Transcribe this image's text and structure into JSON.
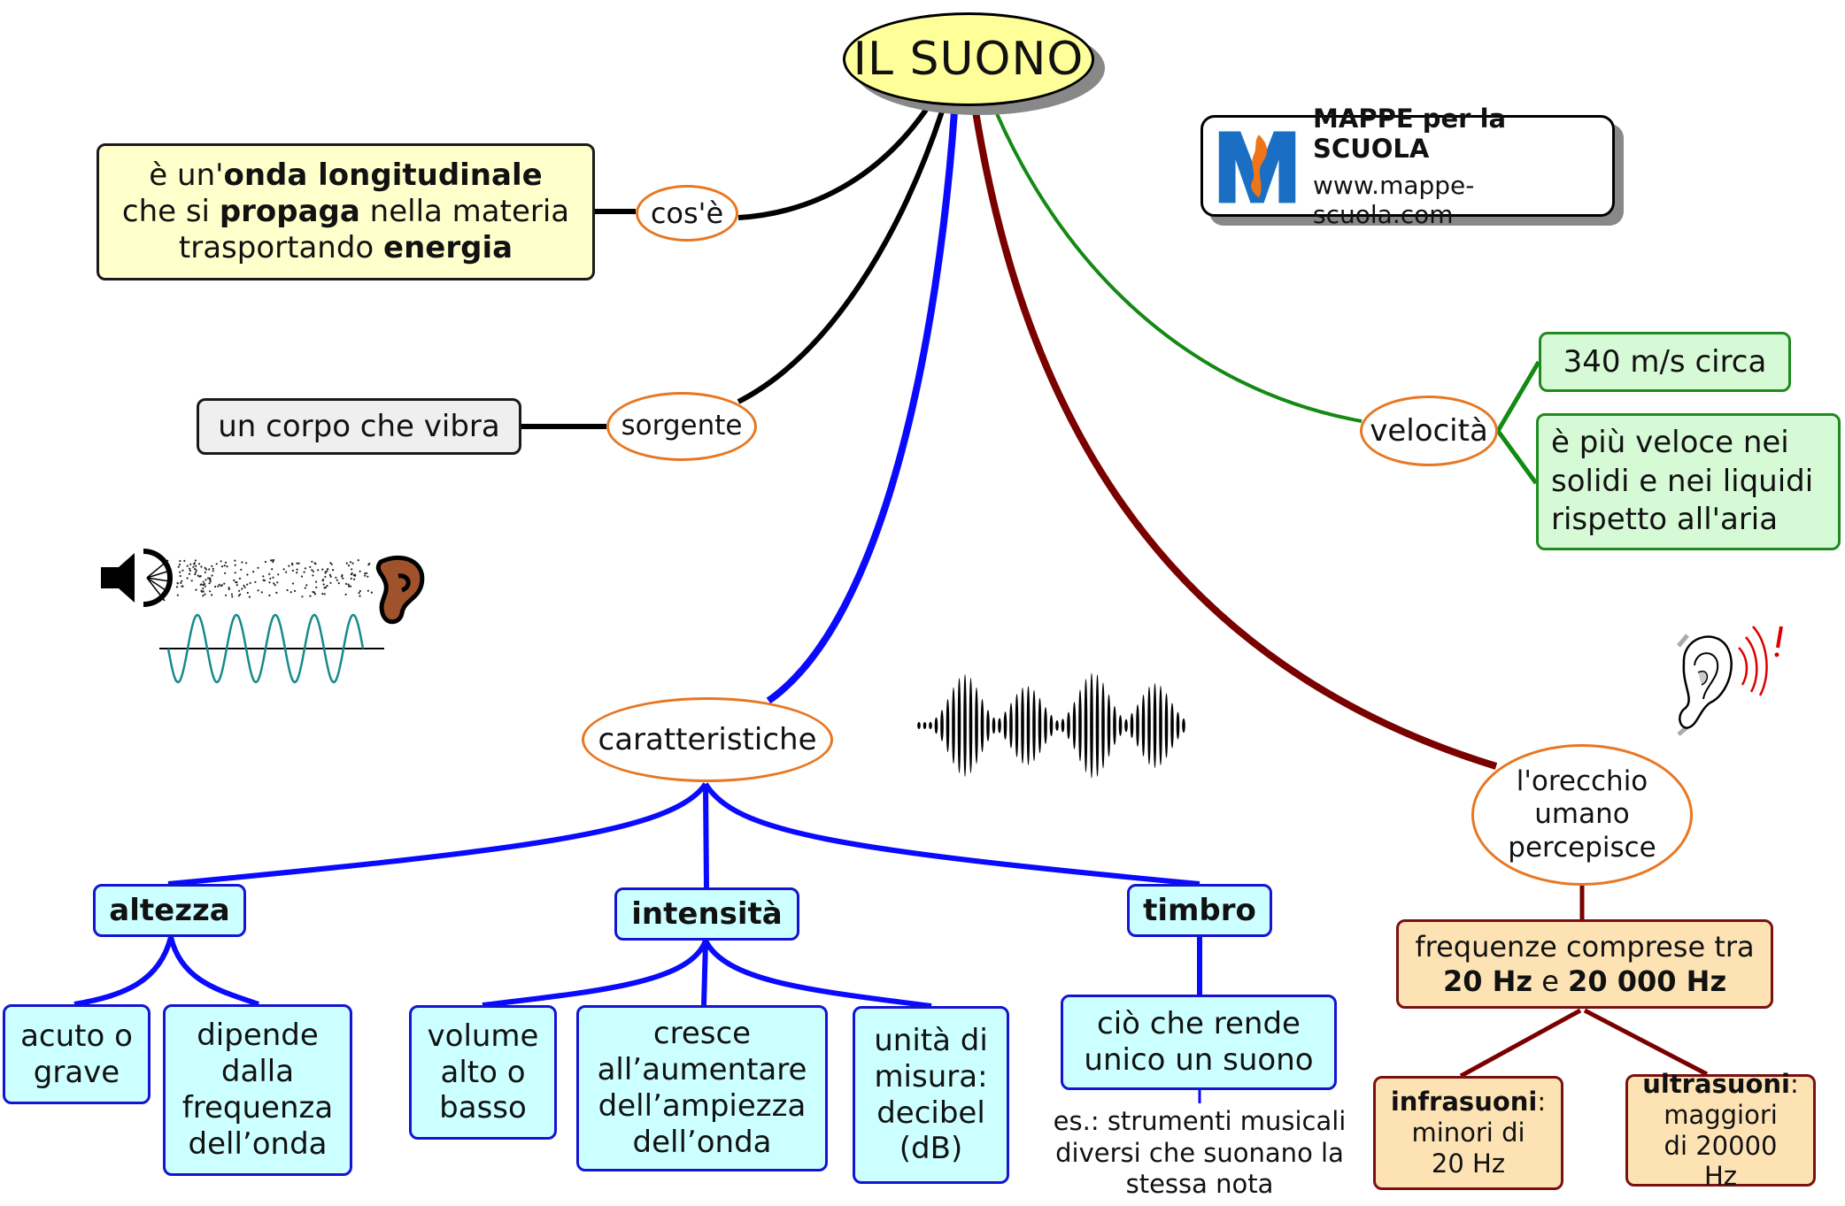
{
  "title": "IL SUONO",
  "logo": {
    "name": "MAPPE per la SCUOLA",
    "url": "www.mappe-scuola.com",
    "colors": {
      "blue": "#1a6fc4",
      "orange": "#f07418"
    }
  },
  "colors": {
    "definition_branch": "#000000",
    "characteristics_branch": "#0a0aff",
    "ear_branch": "#7a0000",
    "speed_branch": "#138a13",
    "link_ellipse_border": "#e87722"
  },
  "definition": {
    "link": "cos'è",
    "text": {
      "line1_pre": "è un'",
      "line1_bold": "onda longitudinale",
      "line2_pre": "che si ",
      "line2_bold": "propaga",
      "line2_post": " nella materia",
      "line3_pre": "trasportando ",
      "line3_bold": "energia"
    }
  },
  "source": {
    "link": "sorgente",
    "text": "un corpo che vibra"
  },
  "speed": {
    "link": "velocità",
    "items": [
      "340 m/s circa",
      "è più veloce nei solidi e nei liquidi rispetto all'aria"
    ]
  },
  "characteristics": {
    "link": "caratteristiche",
    "groups": [
      {
        "title": "altezza",
        "items": [
          "acuto o grave",
          "dipende dalla frequenza dell’onda"
        ]
      },
      {
        "title": "intensità",
        "items": [
          "volume alto o basso",
          "cresce all’aumentare dell’ampiezza dell’onda",
          "unità di misura: decibel (dB)"
        ]
      },
      {
        "title": "timbro",
        "items": [
          "ciò che rende unico un suono"
        ],
        "example": "es.: strumenti musicali diversi che suonano la stessa nota"
      }
    ]
  },
  "hearing": {
    "link": "l'orecchio umano percepisce",
    "range": {
      "pre": "frequenze comprese tra",
      "low": "20 Hz",
      "mid": " e ",
      "high": "20 000 Hz"
    },
    "infra": {
      "label": "infrasuoni",
      "colon": ":",
      "text": "minori di 20 Hz"
    },
    "ultra": {
      "label": "ultrasuoni",
      "colon": ":",
      "text": "maggiori di 20000 Hz"
    }
  },
  "illustrations": [
    "speaker-to-ear-sound-wave",
    "sound-waveform",
    "ear-hearing-sound"
  ]
}
